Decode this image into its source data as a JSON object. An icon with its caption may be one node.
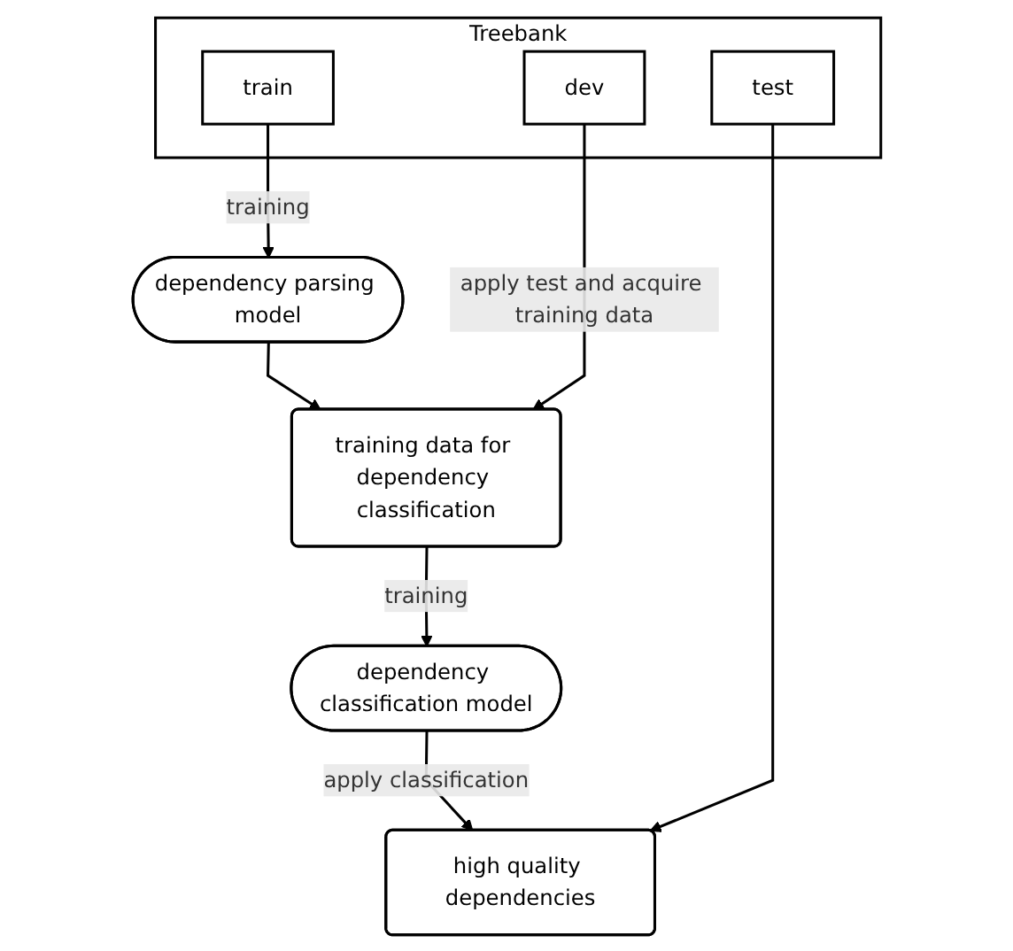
{
  "diagram": {
    "nodes": [
      {
        "text": [
          "Treebank"
        ]
      },
      {
        "text": [
          "train"
        ],
        "in": 0
      },
      {
        "text": [
          "dev"
        ],
        "in": 0
      },
      {
        "text": [
          "test"
        ],
        "in": 0
      },
      {
        "text": [
          "dependency parsing model"
        ]
      },
      {
        "text": [
          "training data for dependency classification"
        ]
      },
      {
        "text": [
          "dependency classification model"
        ]
      },
      {
        "text": [
          "high quality dependencies"
        ]
      }
    ],
    "edges": [
      {
        "from": 1,
        "to": 4,
        "arrow": "to",
        "label": "training"
      },
      {
        "from": 4,
        "to": 5,
        "arrow": "to"
      },
      {
        "from": 2,
        "to": 5,
        "arrow": "to",
        "label": "apply test and acquire training data"
      },
      {
        "from": 5,
        "to": 6,
        "arrow": "to",
        "label": "training"
      },
      {
        "from": 6,
        "to": 7,
        "arrow": "to",
        "label": "apply classification"
      },
      {
        "from": 3,
        "to": 7,
        "arrow": "to"
      }
    ]
  }
}
